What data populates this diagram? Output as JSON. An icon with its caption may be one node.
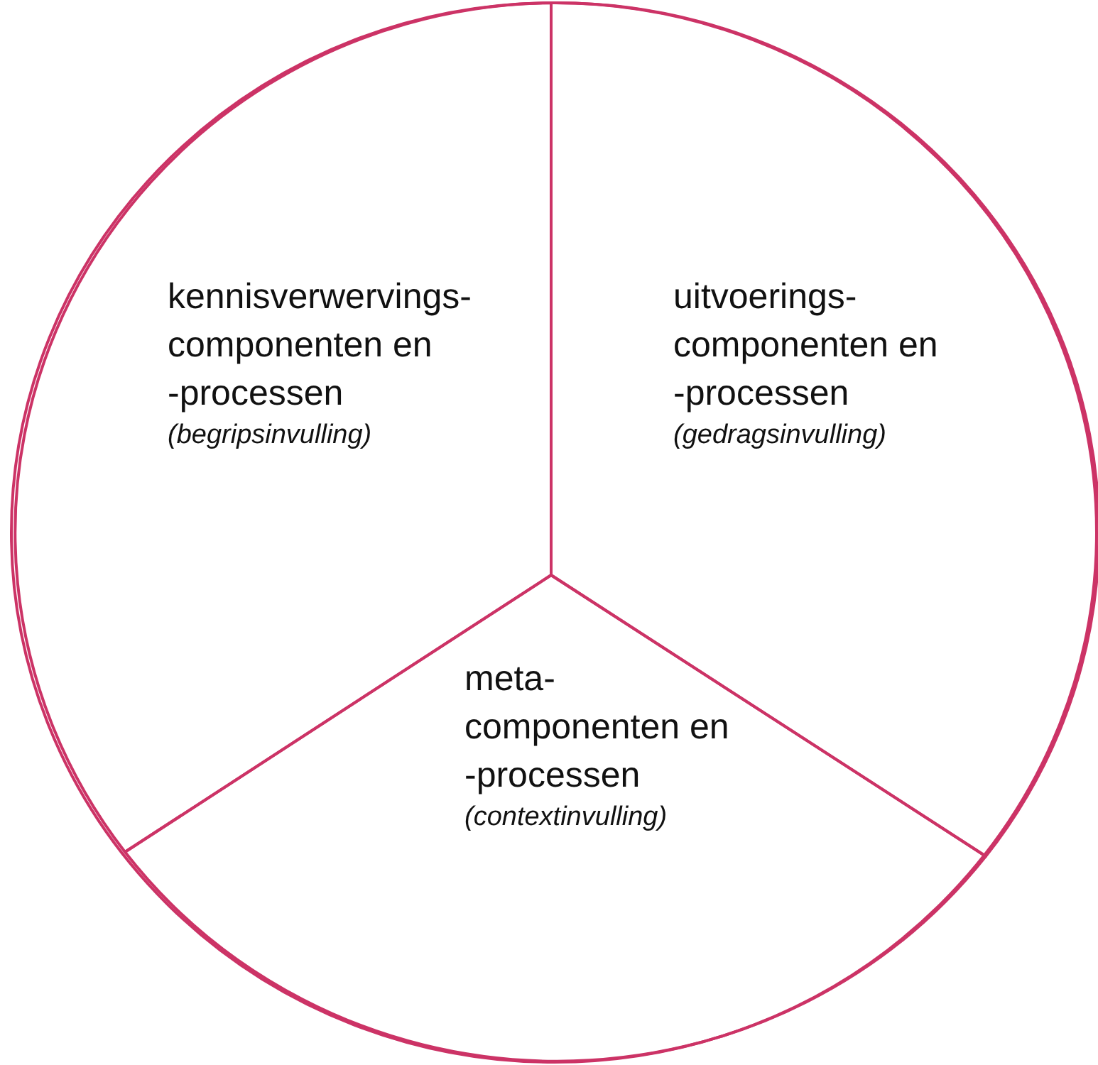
{
  "diagram": {
    "nodes": [
      {
        "text": [],
        "shape": "circle"
      },
      {
        "text": [
          "kennisverwervings- componenten en -processen",
          "(begripsinvulling)"
        ],
        "in": 0
      },
      {
        "text": [
          "uitvoerings- componenten en -processen",
          "(gedragsinvulling)"
        ],
        "in": 0
      },
      {
        "text": [
          "meta- componenten en -processen",
          "(contextinvulling)"
        ],
        "in": 0
      }
    ]
  }
}
